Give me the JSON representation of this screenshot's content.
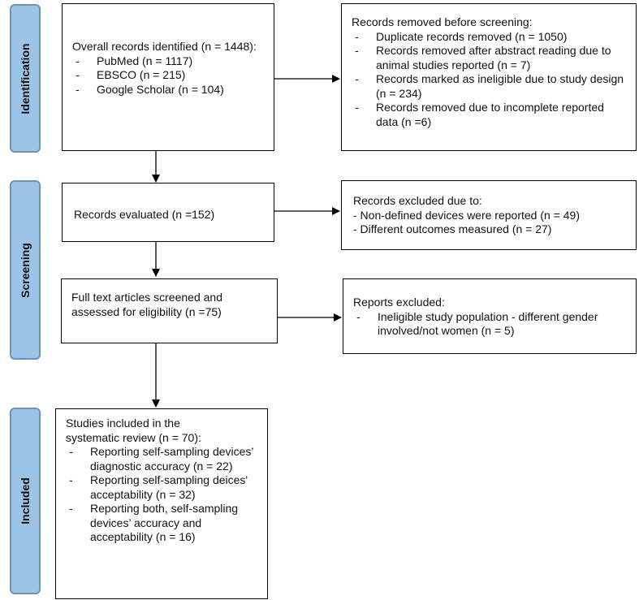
{
  "phases": {
    "identification": "Identification",
    "screening": "Screening",
    "included": "Included"
  },
  "identified": {
    "title": "Overall records identified (n = 1448):",
    "items": [
      "PubMed (n = 1117)",
      "EBSCO (n = 215)",
      "Google Scholar (n = 104)"
    ]
  },
  "removed_before": {
    "title": "Records removed before screening:",
    "items": [
      "Duplicate records removed (n = 1050)",
      "Records removed after abstract reading due to animal studies reported (n = 7)",
      "Records marked as ineligible due to study design (n = 234)",
      "Records removed due to incomplete reported data (n =6)"
    ]
  },
  "evaluated": {
    "title": "Records evaluated (n =152)"
  },
  "excluded": {
    "title": "Records excluded due to:",
    "items": [
      "- Non-defined devices were reported (n = 49)",
      "- Different outcomes measured (n = 27)"
    ]
  },
  "fulltext": {
    "title": "Full text articles screened and assessed for eligibility (n =75)"
  },
  "reports_excluded": {
    "title": "Reports excluded:",
    "items": [
      "Ineligible study population - different gender involved/not women (n = 5)"
    ]
  },
  "included": {
    "title": "Studies included in the systematic review (n = 70):",
    "items": [
      "Reporting self-sampling devices’ diagnostic accuracy (n = 22)",
      "Reporting self-sampling deices' acceptability (n = 32)",
      "Reporting both, self-sampling devices’ accuracy and acceptability (n = 16)"
    ]
  }
}
